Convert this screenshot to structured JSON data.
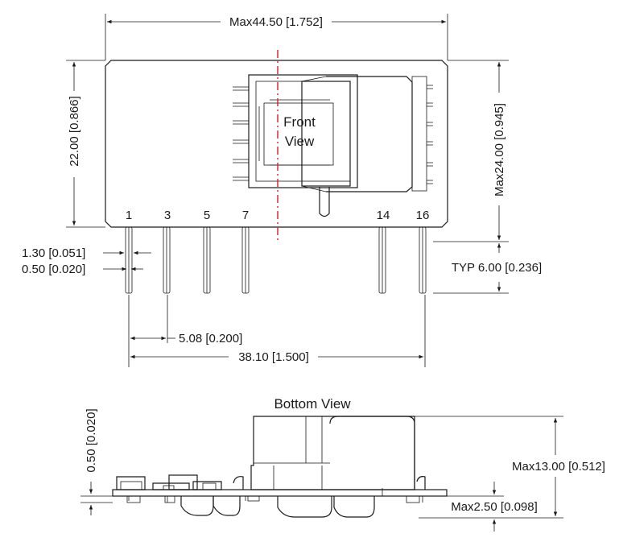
{
  "front_view": {
    "label_line1": "Front",
    "label_line2": "View",
    "pins": [
      "1",
      "3",
      "5",
      "7",
      "14",
      "16"
    ]
  },
  "bottom_view": {
    "label": "Bottom View"
  },
  "dimensions": {
    "overall_width": "Max44.50 [1.752]",
    "left_height": "22.00 [0.866]",
    "right_height": "Max24.00 [0.945]",
    "pin_width": "1.30 [0.051]",
    "pin_thickness": "0.50 [0.020]",
    "pin_length": "TYP 6.00 [0.236]",
    "pin_pitch": "5.08 [0.200]",
    "pin_span": "38.10 [1.500]",
    "board_thickness": "0.50 [0.020]",
    "overall_height": "Max13.00 [0.512]",
    "bottom_clearance": "Max2.50 [0.098]"
  }
}
